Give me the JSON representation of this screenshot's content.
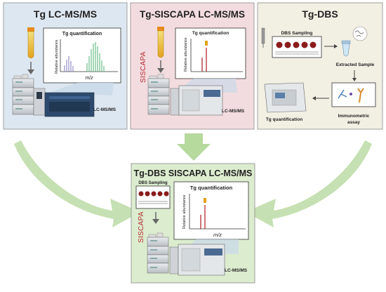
{
  "panels": {
    "p1": {
      "title": "Tg LC-MS/MS",
      "chart_title": "Tg quantification",
      "ylabel": "Relative abundance",
      "xlabel": "m/z",
      "instrument": "LC-MS/MS"
    },
    "p2": {
      "title": "Tg-SISCAPA LC-MS/MS",
      "chart_title": "Tg quantification",
      "ylabel": "Relative abundance",
      "siscapa": "SISCAPA",
      "instrument": "LC-MS/MS"
    },
    "p3": {
      "title": "Tg-DBS",
      "dbs_label": "DBS Sampling",
      "extracted": "Extracted Sample",
      "assay_line1": "Immunometric",
      "assay_line2": "assay",
      "quant": "Tg quantification"
    },
    "p4": {
      "title": "Tg-DBS SISCAPA LC-MS/MS",
      "dbs_label": "DBS Sampling",
      "chart_title": "Tg quantification",
      "ylabel": "Relative abundance",
      "xlabel": "m/z",
      "siscapa": "SISCAPA",
      "instrument": "LC-MS/MS"
    }
  },
  "colors": {
    "panel_blue": "#dde7f1",
    "panel_pink": "#f3dcdf",
    "panel_beige": "#f2efe3",
    "panel_green": "#dceccf",
    "arrow_green": "#bcdca8",
    "dbs_red": "#8b1c1c",
    "peak_purple": "#8d84c4",
    "peak_green": "#5cb87e",
    "peak_red": "#b5292f",
    "peak_gold": "#e0a21c"
  }
}
